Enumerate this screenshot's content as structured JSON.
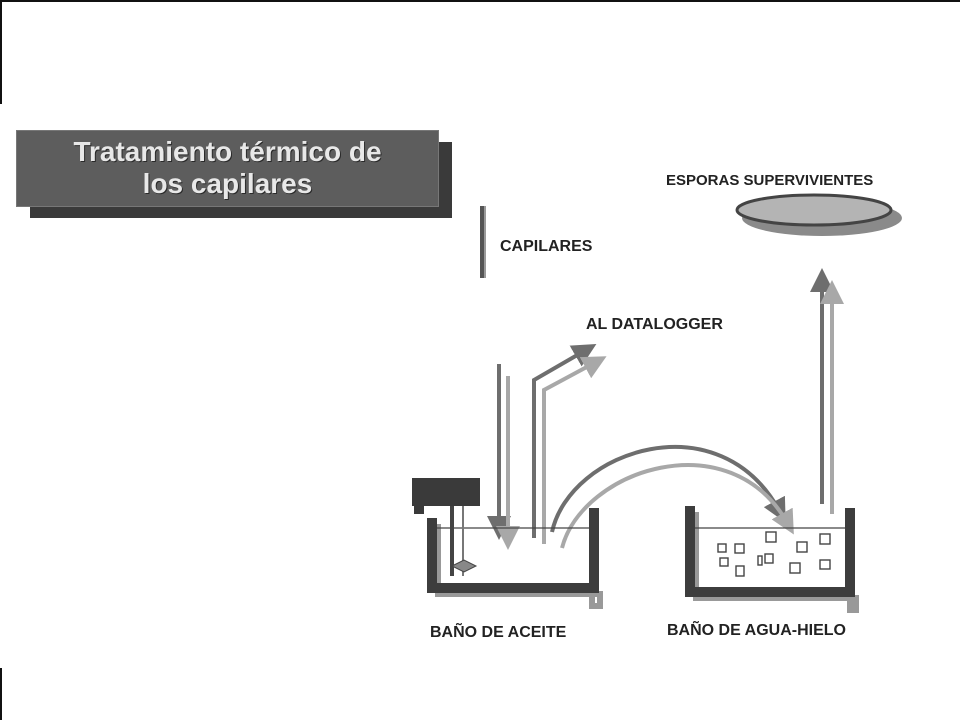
{
  "title": {
    "line1": "Tratamiento térmico de",
    "line2": "los capilares"
  },
  "diagram": {
    "capilares_label": "CAPILARES",
    "datalogger_label": "AL DATALOGGER",
    "esporas_label": "ESPORAS SUPERVIVIENTES",
    "oil_bath_label": "BAÑO DE ACEITE",
    "ice_bath_label": "BAÑO DE AGUA-HIELO"
  },
  "colors": {
    "title_box": "#5d5d5d",
    "title_shadow": "#3a3a3a",
    "arrow_dark": "#6e6e6e",
    "arrow_light": "#a8a8a8",
    "bath_wall": "#3d3d3d"
  }
}
